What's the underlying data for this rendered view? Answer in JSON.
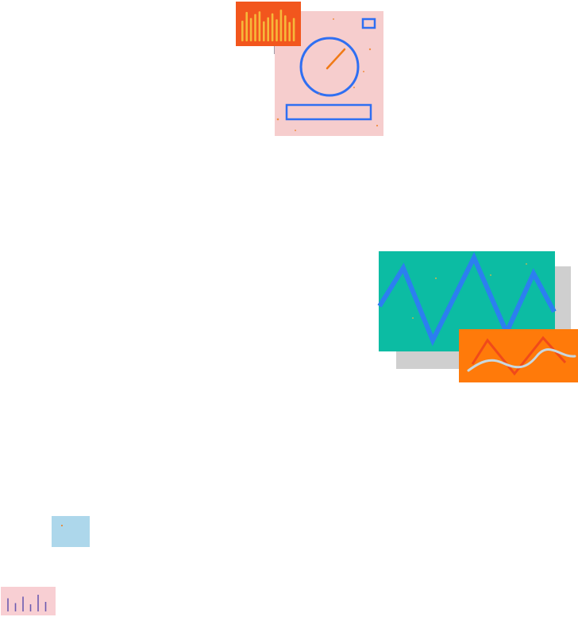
{
  "colors": {
    "background": "#ffffff",
    "pink_card": "#f6cdcd",
    "orange_red": "#f2561d",
    "amber_bar": "#f6b83a",
    "blue_stroke": "#2f6ff2",
    "gauge_needle": "#f07a16",
    "teal_panel": "#0cbca3",
    "teal_wave": "#2c7ff0",
    "shadow_gray": "#cfcfcf",
    "slate_shadow": "#9d9aa8",
    "orange_panel": "#ff7a0a",
    "orange_wave": "#f04a1a",
    "light_wave": "#c8d7df",
    "light_blue_square": "#add7eb",
    "pink_small": "#f8cfd3",
    "purple_mark": "#6c5bb0"
  },
  "illustration": {
    "dashboard_card": {
      "icon": "gauge-dial-icon",
      "has_small_window": true,
      "has_bottom_slot": true
    },
    "bar_badge": {
      "icon": "bar-chart-icon",
      "bar_levels": [
        0.62,
        0.88,
        0.7,
        0.82,
        0.9,
        0.6,
        0.72,
        0.84,
        0.66,
        0.95,
        0.78,
        0.58,
        0.7
      ]
    },
    "wave_panel": {
      "icon": "zigzag-line-icon"
    },
    "orange_overlay": {
      "icon": "dual-wave-icon"
    },
    "small_blue_square": {
      "icon": "blank-tile-icon"
    },
    "mini_bar_tile": {
      "icon": "mini-bar-chart-icon",
      "bar_levels": [
        0.55,
        0.35,
        0.62,
        0.3,
        0.7,
        0.4
      ]
    }
  }
}
